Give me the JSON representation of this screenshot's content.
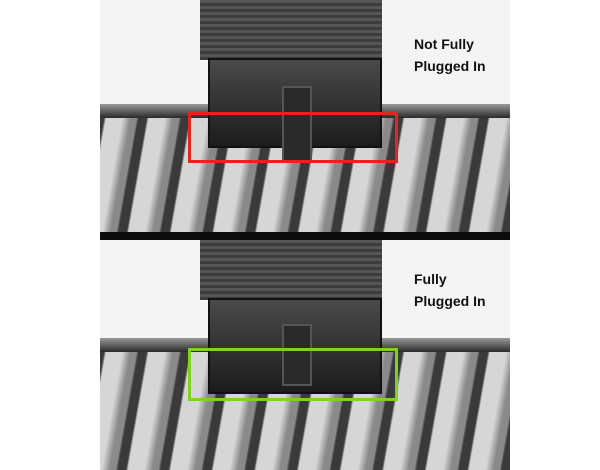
{
  "panels": [
    {
      "label_line1": "Not Fully",
      "label_line2": "Plugged In",
      "highlight_color": "#e0261f"
    },
    {
      "label_line1": "Fully",
      "label_line2": "Plugged In",
      "highlight_color": "#7ed321"
    }
  ]
}
